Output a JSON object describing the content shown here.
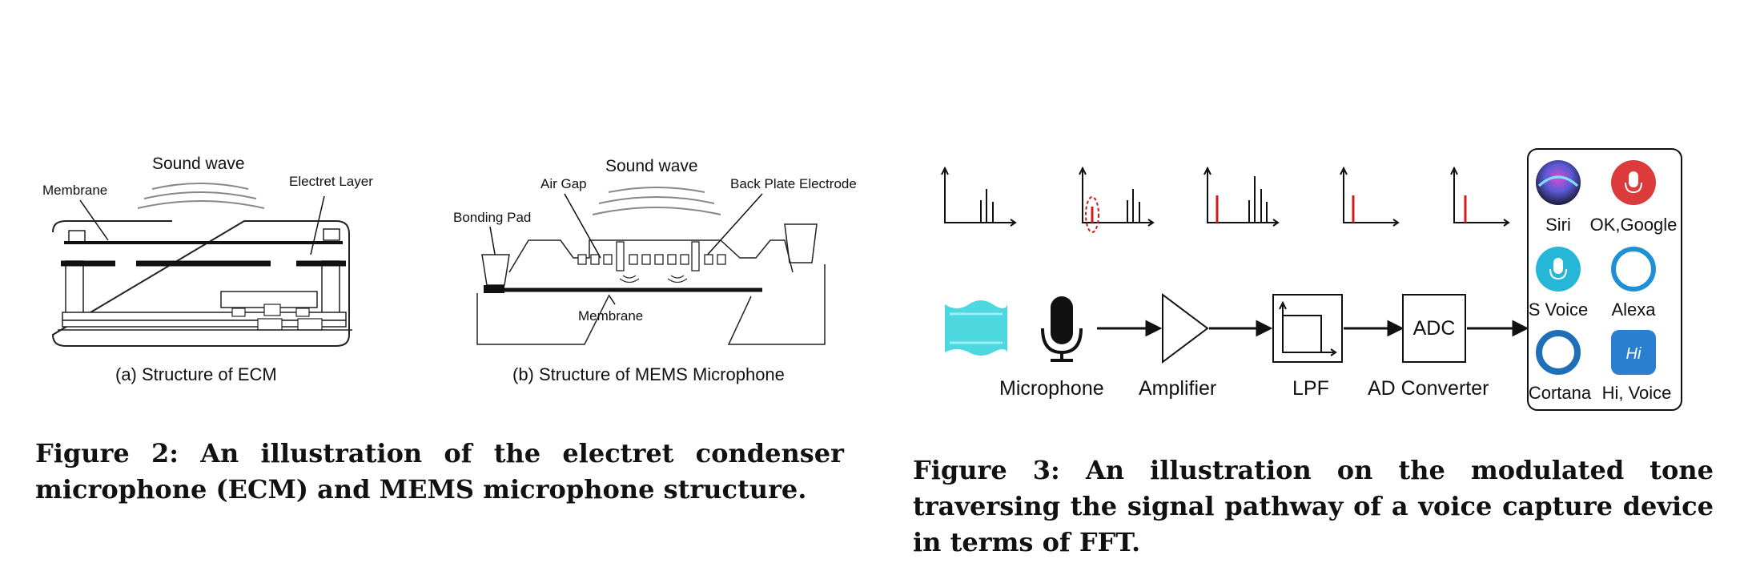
{
  "figure2": {
    "ecm": {
      "sound_wave": "Sound wave",
      "membrane": "Membrane",
      "electret_layer": "Electret Layer",
      "subcaption": "(a) Structure of ECM"
    },
    "mems": {
      "sound_wave": "Sound wave",
      "air_gap": "Air Gap",
      "back_plate": "Back Plate Electrode",
      "bonding_pad": "Bonding Pad",
      "membrane": "Membrane",
      "subcaption": "(b) Structure of MEMS Microphone"
    },
    "caption": "Figure 2: An illustration of the electret condenser microphone (ECM) and MEMS microphone structure."
  },
  "figure3": {
    "pipeline": {
      "microphone": "Microphone",
      "amplifier": "Amplifier",
      "lpf": "LPF",
      "adc": "ADC",
      "ad_converter": "AD Converter"
    },
    "assistants": {
      "siri": "Siri",
      "google": "OK,Google",
      "svoice": "S Voice",
      "alexa": "Alexa",
      "cortana": "Cortana",
      "hivoice": "Hi, Voice",
      "hi_logo": "Hi"
    },
    "caption": "Figure 3: An illustration on the modulated tone traversing the signal pathway of a voice capture device in terms of FFT."
  },
  "colors": {
    "accent_red": "#d11a1a",
    "siri_gradient": [
      "#1b1b3a",
      "#5b5bd6",
      "#d94bd1"
    ],
    "google_red": "#db3b3b",
    "svoice_blue": "#26b7d8",
    "alexa_blue": "#1f8fd6",
    "hivoice_blue": "#2a7fd1",
    "wave_cyan": "#3ad4dd"
  },
  "icons": [
    "microphone-icon",
    "siri-icon",
    "google-mic-icon",
    "svoice-icon",
    "alexa-icon",
    "cortana-icon",
    "hivoice-icon",
    "modulated-wave-icon"
  ]
}
